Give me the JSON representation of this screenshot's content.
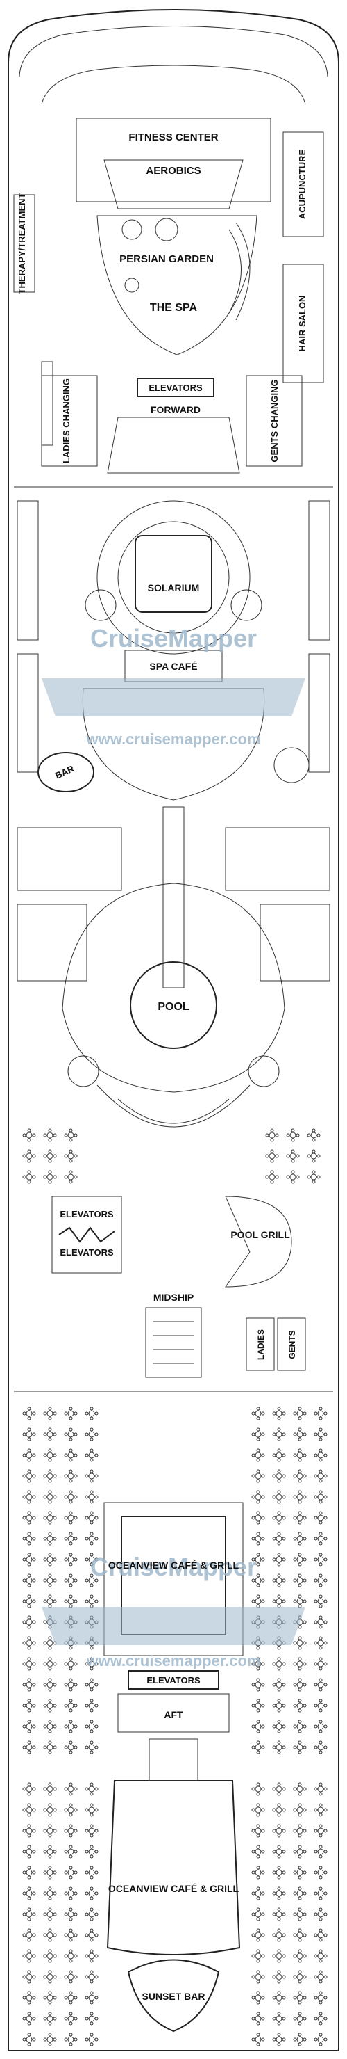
{
  "labels": {
    "fitness_center": "FITNESS CENTER",
    "aerobics": "AEROBICS",
    "acupuncture": "ACUPUNCTURE",
    "therapy_treatment": "THERAPY/TREATMENT",
    "persian_garden": "PERSIAN GARDEN",
    "the_spa": "THE SPA",
    "hair_salon": "HAIR SALON",
    "elevators_forward": "ELEVATORS",
    "forward": "FORWARD",
    "ladies_changing": "LADIES CHANGING",
    "gents_changing": "GENTS CHANGING",
    "solarium": "SOLARIUM",
    "spa_cafe": "SPA CAFÉ",
    "bar": "BAR",
    "pool": "POOL",
    "elevators_mid_1": "ELEVATORS",
    "elevators_mid_2": "ELEVATORS",
    "pool_grill": "POOL GRILL",
    "midship": "MIDSHIP",
    "ladies": "LADIES",
    "gents": "GENTS",
    "oceanview_cafe_1": "OCEANVIEW CAFÉ & GRILL",
    "elevators_aft": "ELEVATORS",
    "aft": "AFT",
    "oceanview_cafe_2": "OCEANVIEW CAFÉ & GRILL",
    "sunset_bar": "SUNSET BAR"
  },
  "watermark": {
    "logo_text": "CruiseMapper",
    "url_text": "www.cruisemapper.com",
    "color": "#9fb8cc"
  },
  "colors": {
    "line": "#222222",
    "background": "#ffffff",
    "watermark": "#9fb8cc"
  }
}
